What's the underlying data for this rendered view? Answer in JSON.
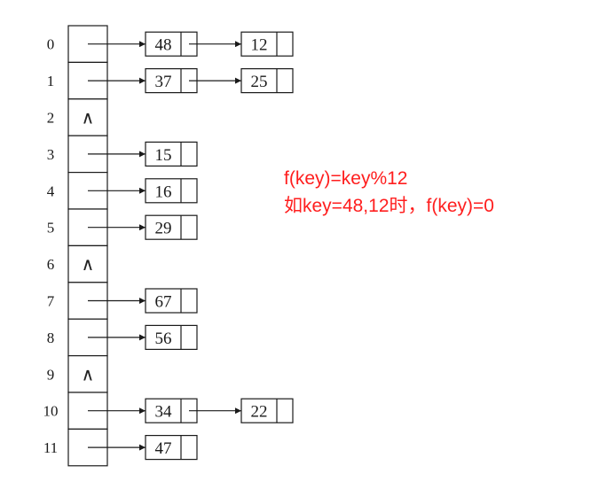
{
  "hash_table": {
    "buckets": [
      {
        "index": "0",
        "keys": [
          "48",
          "12"
        ]
      },
      {
        "index": "1",
        "keys": [
          "37",
          "25"
        ]
      },
      {
        "index": "2",
        "keys": []
      },
      {
        "index": "3",
        "keys": [
          "15"
        ]
      },
      {
        "index": "4",
        "keys": [
          "16"
        ]
      },
      {
        "index": "5",
        "keys": [
          "29"
        ]
      },
      {
        "index": "6",
        "keys": []
      },
      {
        "index": "7",
        "keys": [
          "67"
        ]
      },
      {
        "index": "8",
        "keys": [
          "56"
        ]
      },
      {
        "index": "9",
        "keys": []
      },
      {
        "index": "10",
        "keys": [
          "34",
          "22"
        ]
      },
      {
        "index": "11",
        "keys": [
          "47"
        ]
      }
    ],
    "null_symbol": "∧"
  },
  "annotation": {
    "line1": "f(key)=key%12",
    "line2": "如key=48,12时，f(key)=0"
  },
  "colors": {
    "annotation": "#ff1e1e",
    "line": "#1a1a1a"
  }
}
